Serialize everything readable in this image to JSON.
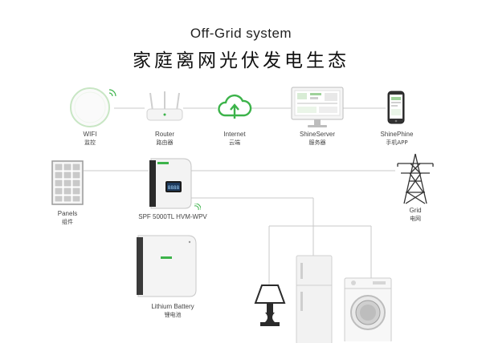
{
  "title": {
    "en": "Off-Grid system",
    "zh": "家庭离网光伏发电生态"
  },
  "devices": {
    "wifi": {
      "en": "WIFI",
      "zh": "监控",
      "icon": "wifi-dongle-icon"
    },
    "router": {
      "en": "Router",
      "zh": "路由器",
      "icon": "router-icon"
    },
    "internet": {
      "en": "Internet",
      "zh": "云端",
      "icon": "cloud-upload-icon"
    },
    "server": {
      "en": "ShineServer",
      "zh": "服务器",
      "icon": "monitor-icon"
    },
    "phone": {
      "en": "ShinePhine",
      "zh": "手机APP",
      "icon": "smartphone-icon"
    },
    "panels": {
      "en": "Panels",
      "zh": "组件",
      "icon": "solar-panel-icon"
    },
    "inverter": {
      "en": "SPF 5000TL HVM-WPV",
      "icon": "inverter-icon",
      "screen_text": "8888"
    },
    "grid": {
      "en": "Grid",
      "zh": "电网",
      "icon": "power-tower-icon"
    },
    "battery": {
      "en": "Lithium Battery",
      "zh": "锂电池",
      "icon": "battery-icon"
    },
    "lamp": {
      "icon": "table-lamp-icon"
    },
    "fridge": {
      "icon": "refrigerator-icon"
    },
    "washer": {
      "icon": "washing-machine-icon"
    }
  },
  "colors": {
    "accent_green": "#3cb34a",
    "line_gray": "#c8c8c8",
    "device_gray": "#e6e6e6",
    "dark": "#2b2b2b"
  }
}
